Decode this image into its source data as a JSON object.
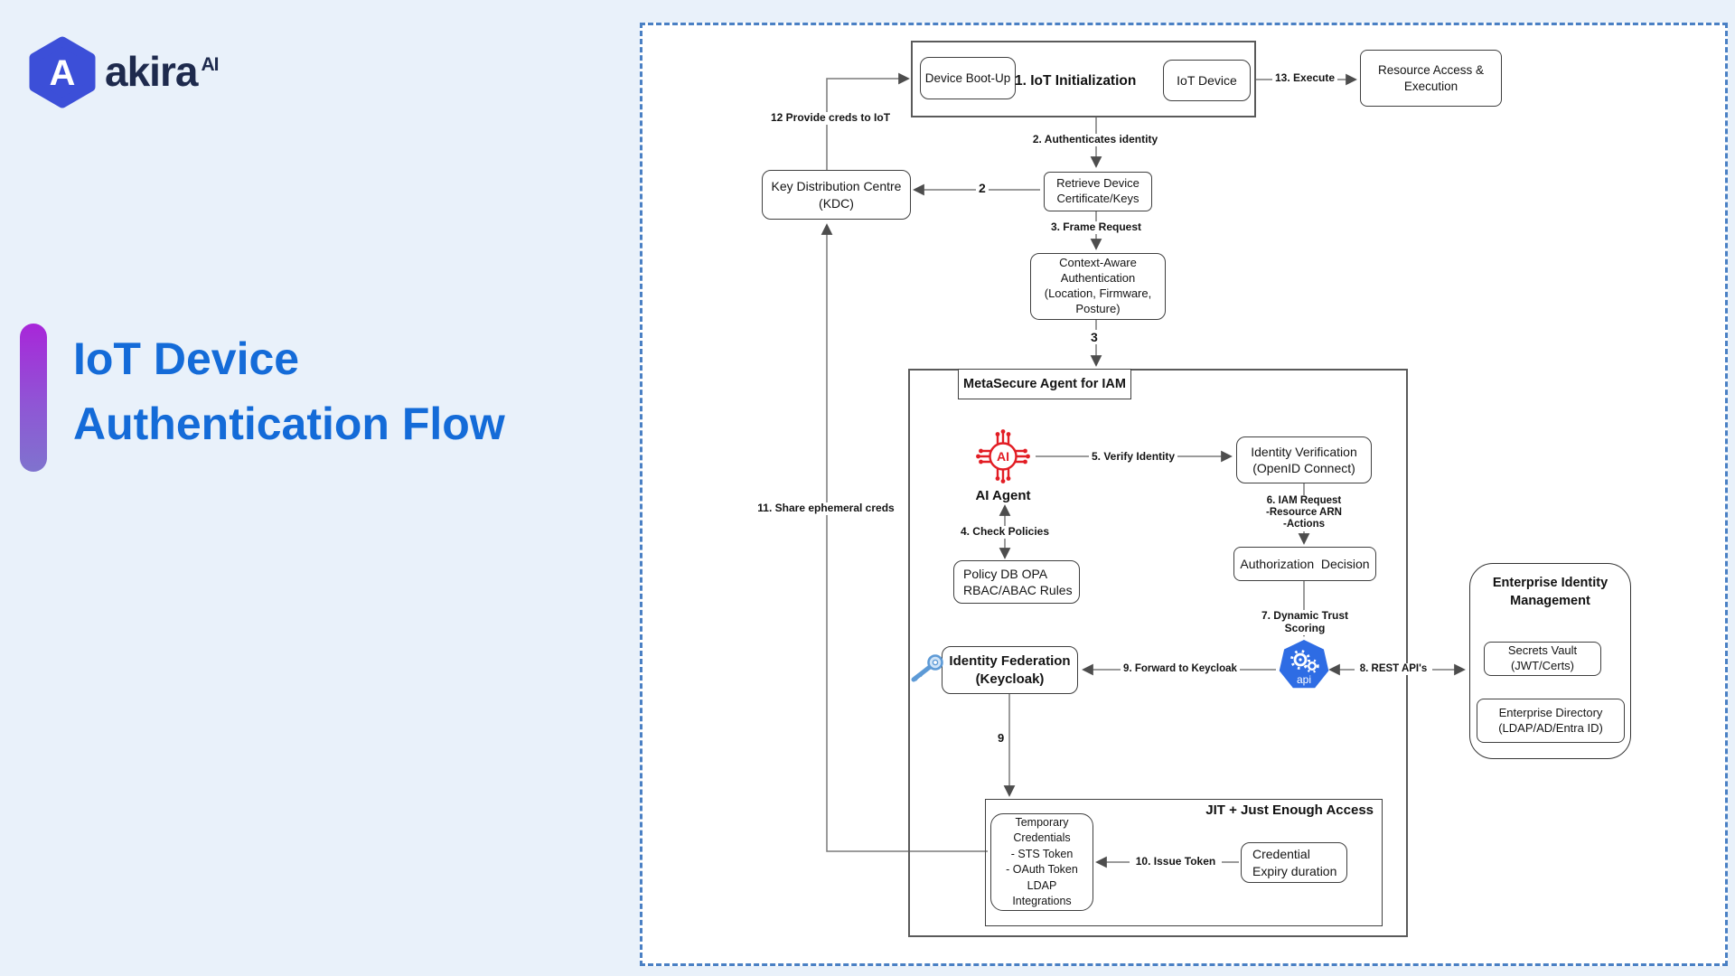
{
  "brand": {
    "name": "akira",
    "superscript": "AI"
  },
  "page_title": {
    "line1": "IoT Device",
    "line2": "Authentication Flow"
  },
  "colors": {
    "accent_blue": "#146bd8",
    "dashed_border": "#4a80c4",
    "bar_gradient_top": "#a826d9",
    "bar_gradient_bottom": "#7f73ce",
    "ai_icon_red": "#e21d24",
    "api_icon_blue": "#2e6ce4",
    "logo_hexagon": "#3c4fd8"
  },
  "diagram": {
    "groups": {
      "init_title": "1. IoT Initialization",
      "metasecure_title": "MetaSecure Agent for IAM",
      "jit_title": "JIT + Just Enough Access",
      "eim_title": "Enterprise Identity\nManagement"
    },
    "nodes": {
      "device_boot": "Device Boot-Up",
      "iot_device": "IoT Device",
      "resource_access": "Resource Access &\nExecution",
      "kdc": "Key Distribution Centre\n(KDC)",
      "retrieve": "Retrieve Device\nCertificate/Keys",
      "context": "Context-Aware\nAuthentication\n(Location, Firmware,\nPosture)",
      "ai_agent": "AI Agent",
      "identity_verification": "Identity Verification\n(OpenID Connect)",
      "authorization": "Authorization  Decision",
      "policy_db": "Policy DB OPA\nRBAC/ABAC Rules",
      "keycloak": "Identity Federation\n(Keycloak)",
      "api_label": "api",
      "secrets_vault": "Secrets Vault\n(JWT/Certs)",
      "enterprise_directory": "Enterprise Directory\n(LDAP/AD/Entra ID)",
      "temp_creds": "Temporary\nCredentials\n-  STS Token\n-  OAuth Token\nLDAP\nIntegrations",
      "cred_expiry": "Credential\nExpiry duration"
    },
    "edges": {
      "e12": "12 Provide creds to IoT",
      "e2_auth": "2. Authenticates identity",
      "e2": "2",
      "e3_frame": "3. Frame Request",
      "e3": "3",
      "e13": "13. Execute",
      "e5": "5. Verify Identity",
      "e6": "6. IAM Request\n-Resource ARN\n-Actions",
      "e4": "4. Check Policies",
      "e7": "7. Dynamic Trust Scoring",
      "e9_fwd": "9. Forward to Keycloak",
      "e8": "8. REST API's",
      "e9": "9",
      "e10": "10. Issue Token",
      "e11": "11. Share ephemeral creds"
    }
  }
}
